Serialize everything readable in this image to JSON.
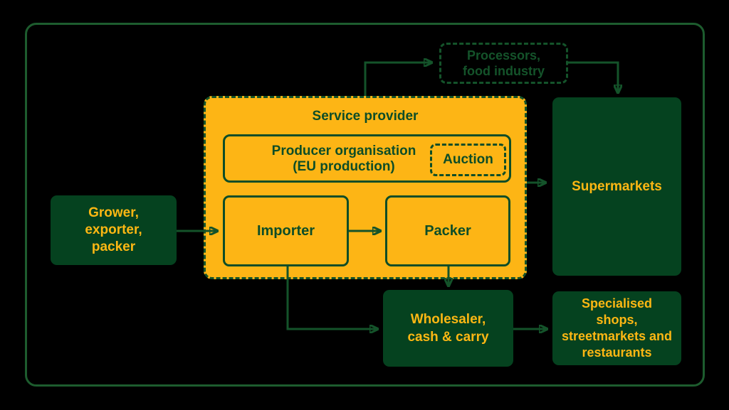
{
  "colors": {
    "background": "#000000",
    "frame_border_green": "#1d5c2e",
    "solid_box_green": "#05421f",
    "line_and_border_green": "#14532a",
    "text_green_on_yellow": "#0d4d27",
    "container_yellow": "#fdb515",
    "text_yellow_on_green": "#fdb713"
  },
  "nodes": {
    "processors": {
      "lines": [
        "Processors,",
        "food industry"
      ]
    },
    "service_provider": {
      "label": "Service provider"
    },
    "producer_organisation": {
      "lines": [
        "Producer organisation",
        "(EU production)"
      ]
    },
    "auction": {
      "label": "Auction"
    },
    "grower": {
      "lines": [
        "Grower,",
        "exporter,",
        "packer"
      ]
    },
    "importer": {
      "label": "Importer"
    },
    "packer": {
      "label": "Packer"
    },
    "supermarkets": {
      "label": "Supermarkets"
    },
    "wholesaler": {
      "lines": [
        "Wholesaler,",
        "cash & carry"
      ]
    },
    "specialised": {
      "lines": [
        "Specialised",
        "shops,",
        "streetmarkets and",
        "restaurants"
      ]
    }
  },
  "edges": [
    {
      "from": "service_provider",
      "to": "processors"
    },
    {
      "from": "processors",
      "to": "supermarkets"
    },
    {
      "from": "grower",
      "to": "importer"
    },
    {
      "from": "importer",
      "to": "packer"
    },
    {
      "from": "service_provider",
      "to": "supermarkets"
    },
    {
      "from": "importer",
      "to": "wholesaler"
    },
    {
      "from": "packer",
      "to": "wholesaler"
    },
    {
      "from": "wholesaler",
      "to": "specialised"
    }
  ]
}
